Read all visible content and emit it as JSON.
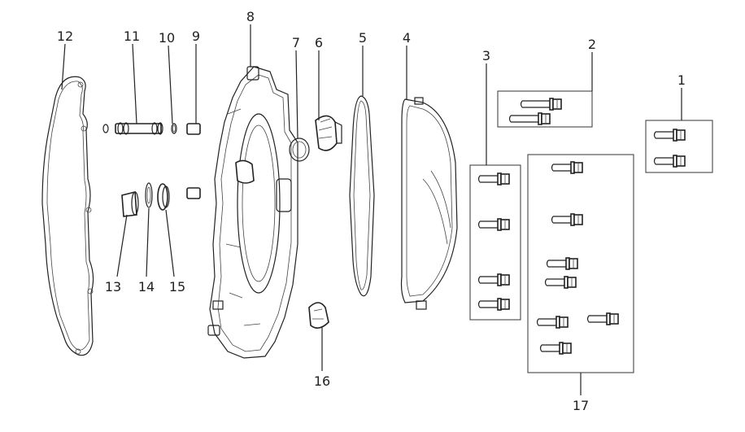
{
  "callouts": {
    "c1": "1",
    "c2": "2",
    "c3": "3",
    "c4": "4",
    "c5": "5",
    "c6": "6",
    "c7": "7",
    "c8": "8",
    "c9": "9",
    "c10": "10",
    "c11": "11",
    "c12": "12",
    "c13": "13",
    "c14": "14",
    "c15": "15",
    "c16": "16",
    "c17": "17"
  },
  "colors": {
    "line": "#222222",
    "background": "#ffffff"
  }
}
